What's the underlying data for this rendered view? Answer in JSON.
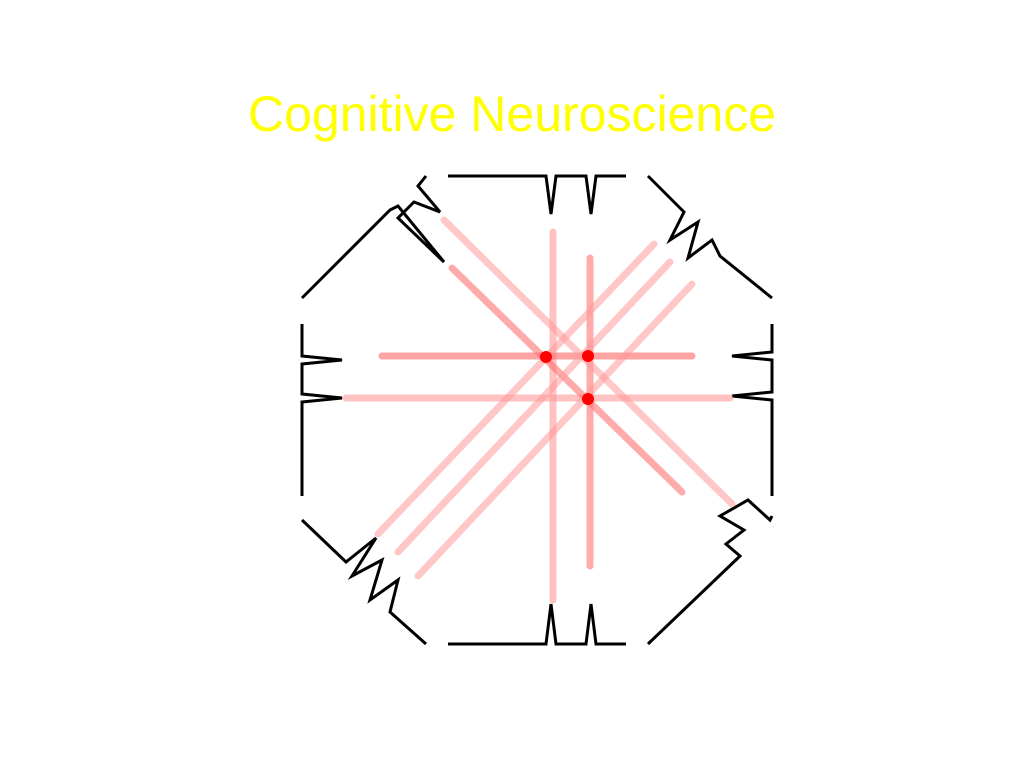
{
  "slide": {
    "title": "Cognitive Neuroscience"
  },
  "colors": {
    "title": "#ffff00",
    "background": "#ffffff",
    "outline": "#000000",
    "beam": "#ff9999",
    "beam_strong": "#ff6666",
    "focus_point": "#ff0000"
  },
  "diagram": {
    "ring_shape": "octagon",
    "detector_pairs": 8,
    "intersection_points": 3
  }
}
